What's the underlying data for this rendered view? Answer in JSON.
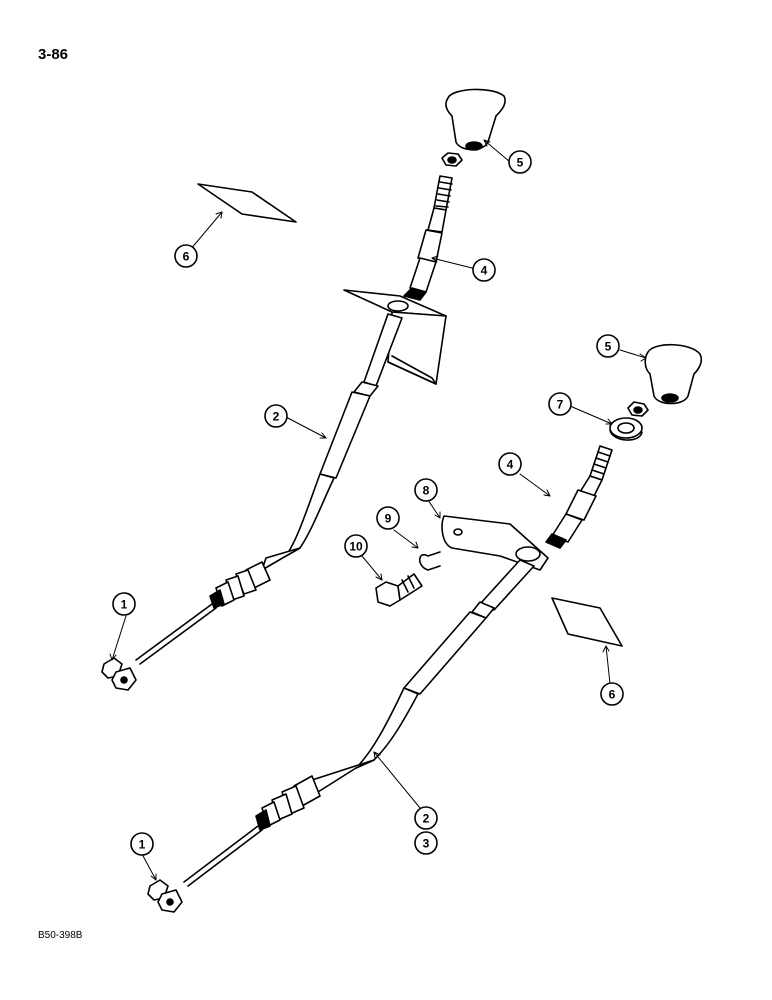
{
  "page": {
    "number": "3-86",
    "figure_code": "B50-398B"
  },
  "callouts": {
    "c1a": "1",
    "c1b": "1",
    "c2a": "2",
    "c2b": "2",
    "c3": "3",
    "c4a": "4",
    "c4b": "4",
    "c5a": "5",
    "c5b": "5",
    "c6a": "6",
    "c6b": "6",
    "c7": "7",
    "c8": "8",
    "c9": "9",
    "c10": "10"
  },
  "colors": {
    "line": "#000000",
    "background": "#ffffff"
  }
}
